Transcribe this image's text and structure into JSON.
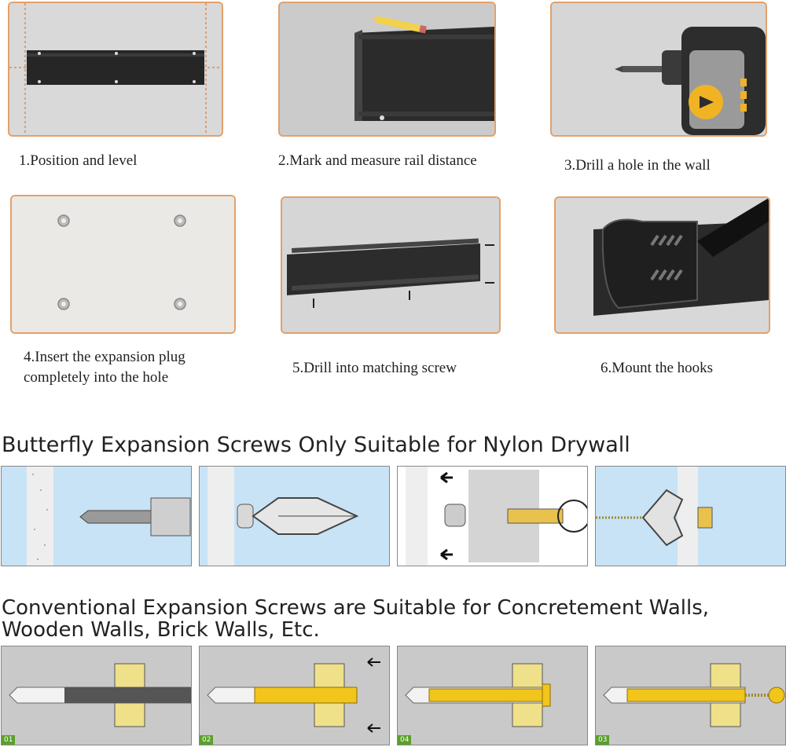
{
  "steps": [
    {
      "label": "1.Position and level",
      "icon": "rail-level-icon"
    },
    {
      "label": "2.Mark and measure rail distance",
      "icon": "pencil-mark-icon"
    },
    {
      "label": "3.Drill a hole in the wall",
      "icon": "drill-icon"
    },
    {
      "label": "4.Insert the expansion plug completely into the hole",
      "icon": "wall-plug-icon"
    },
    {
      "label": "5.Drill into matching screw",
      "icon": "screw-rail-icon"
    },
    {
      "label": "6.Mount the hooks",
      "icon": "hook-icon"
    }
  ],
  "butterfly": {
    "heading": "Butterfly Expansion Screws Only Suitable for Nylon Drywall"
  },
  "conventional": {
    "heading_line1": "Conventional Expansion Screws are Suitable for Concretement Walls,",
    "heading_line2": "Wooden Walls, Brick Walls, Etc.",
    "panels": [
      {
        "badge": "01"
      },
      {
        "badge": "02"
      },
      {
        "badge": "04"
      },
      {
        "badge": "03"
      }
    ]
  },
  "colors": {
    "frame": "#e3a06a",
    "rail": "#2a2a2a",
    "drywall_blue": "#a9d3ef",
    "concrete": "#c9c9c9",
    "wood": "#efe08a",
    "anchor_yellow": "#f2c51c",
    "badge": "#5aa02c"
  }
}
